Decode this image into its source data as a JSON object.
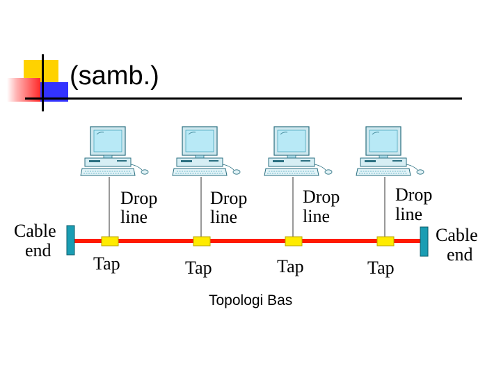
{
  "slide": {
    "title": "(samb.)",
    "caption": "Topologi Bas"
  },
  "diagram": {
    "computer_icon": "desktop-computer-icon",
    "drop_line_label": [
      "Drop",
      "line"
    ],
    "tap_label": "Tap",
    "cable_end_label": [
      "Cable",
      "end"
    ],
    "colors": {
      "backbone": "#ff1a00",
      "tap": "#ffeb00",
      "terminator": "#1a9db3",
      "accent_blue": "#3333ff",
      "accent_yellow": "#ffd200",
      "accent_red": "#ff2a2a"
    }
  }
}
